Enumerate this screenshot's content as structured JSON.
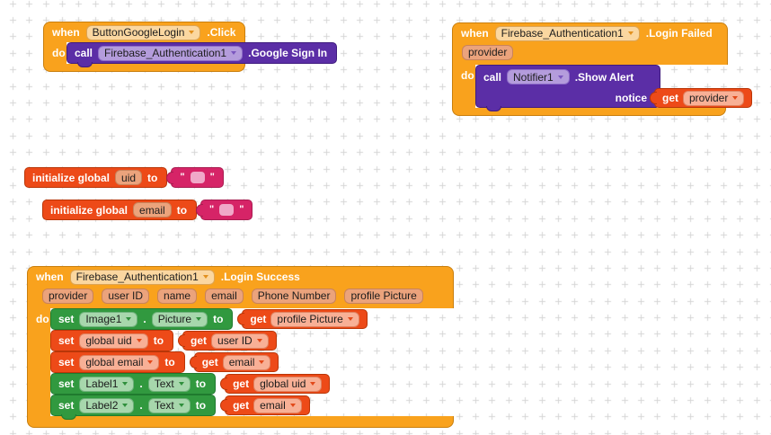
{
  "keywords": {
    "when": "when",
    "do": "do",
    "call": "call",
    "set": "set",
    "get": "get",
    "to": "to",
    "dot": ".",
    "initialize_global": "initialize global",
    "open_quote": "\"",
    "close_quote": "\""
  },
  "blocks": {
    "google_click": {
      "component": "ButtonGoogleLogin",
      "event": ".Click",
      "call_component": "Firebase_Authentication1",
      "method": ".Google Sign In"
    },
    "login_failed": {
      "component": "Firebase_Authentication1",
      "event": ".Login Failed",
      "params": [
        "provider"
      ],
      "call_component": "Notifier1",
      "method": ".Show Alert",
      "arg_label": "notice",
      "arg_var": "provider"
    },
    "init_uid": {
      "name": "uid",
      "value": ""
    },
    "init_email": {
      "name": "email",
      "value": ""
    },
    "login_success": {
      "component": "Firebase_Authentication1",
      "event": ".Login Success",
      "params": [
        "provider",
        "user ID",
        "name",
        "email",
        "Phone Number",
        "profile Picture"
      ],
      "rows": [
        {
          "type": "component",
          "component": "Image1",
          "property": "Picture",
          "var": "profile Picture"
        },
        {
          "type": "variable",
          "target": "global uid",
          "var": "user ID"
        },
        {
          "type": "variable",
          "target": "global email",
          "var": "email"
        },
        {
          "type": "component",
          "component": "Label1",
          "property": "Text",
          "var": "global uid"
        },
        {
          "type": "component",
          "component": "Label2",
          "property": "Text",
          "var": "email"
        }
      ]
    }
  },
  "colors": {
    "orange": "#F9A21D",
    "orangeBorder": "#C97F0E",
    "orangePillBg": "#FBD7A0",
    "orangePillBorder": "#DCA453",
    "paramPillBg": "#EBA37C",
    "paramPillBorder": "#C9835B",
    "purple": "#5B2EA6",
    "purpleBorder": "#3F1C7E",
    "purplePillBg": "#B49CDC",
    "purplePillBorder": "#8F6EC9",
    "red": "#ED4A18",
    "redBorder": "#B93608",
    "redPillBg": "#F8B096",
    "redPillBorder": "#E08260",
    "green": "#31993F",
    "greenBorder": "#1F7A2E",
    "greenPillBg": "#A7D7AC",
    "greenPillBorder": "#6FB27B",
    "magenta": "#D62467",
    "magentaBorder": "#A81C50",
    "pinkSlot": "#F0A8C8",
    "canvasBg": "#ffffff",
    "grid": "#d5d5d5",
    "labelText": "#ffffff"
  }
}
